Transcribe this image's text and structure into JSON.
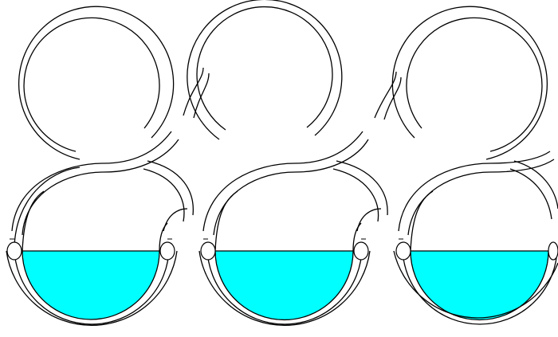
{
  "diagram": {
    "kind": "interlinked tube loops",
    "rows": 2,
    "columns": 3,
    "bottom_row_filled": true,
    "colors": {
      "background": "#ffffff",
      "outline": "#000000",
      "liquid": "#00ffff"
    }
  }
}
